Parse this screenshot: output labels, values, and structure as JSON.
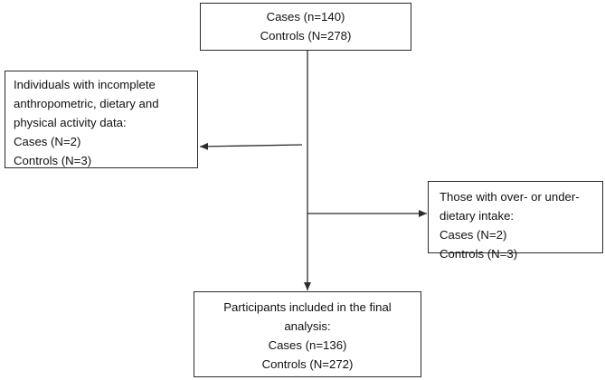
{
  "diagram": {
    "top_box": {
      "lines": [
        "Cases (n=140)",
        "Controls (N=278)"
      ]
    },
    "left_box": {
      "lines": [
        "Individuals with incomplete",
        "anthropometric, dietary and",
        "physical activity data:",
        "Cases (N=2)",
        "Controls (N=3)"
      ]
    },
    "right_box": {
      "lines": [
        "Those with over- or under-",
        "dietary intake:",
        "Cases (N=2)",
        "Controls (N=3)"
      ]
    },
    "bottom_box": {
      "lines": [
        "Participants included in the final",
        "analysis:",
        "Cases (n=136)",
        "Controls (N=272)"
      ]
    },
    "colors": {
      "line": "#2b2b2b",
      "border": "#2b2b2b",
      "text": "#111111"
    }
  }
}
